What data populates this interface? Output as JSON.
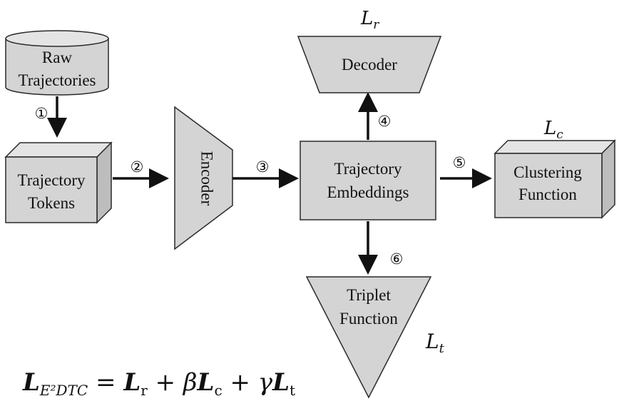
{
  "nodes": {
    "raw_trajectories": {
      "line1": "Raw",
      "line2": "Trajectories"
    },
    "trajectory_tokens": {
      "line1": "Trajectory",
      "line2": "Tokens"
    },
    "encoder": {
      "label": "Encoder"
    },
    "trajectory_embeddings": {
      "line1": "Trajectory",
      "line2": "Embeddings"
    },
    "decoder": {
      "label": "Decoder"
    },
    "clustering_function": {
      "line1": "Clustering",
      "line2": "Function"
    },
    "triplet_function": {
      "line1": "Triplet",
      "line2": "Function"
    }
  },
  "steps": {
    "s1": "①",
    "s2": "②",
    "s3": "③",
    "s4": "④",
    "s5": "⑤",
    "s6": "⑥"
  },
  "losses": {
    "recon": {
      "main": "L",
      "sub": "r"
    },
    "cluster": {
      "main": "L",
      "sub": "c"
    },
    "triplet": {
      "main": "L",
      "sub": "t"
    }
  },
  "formula": {
    "lhs_main": "L",
    "lhs_sub": "E²DTC",
    "eq": " = ",
    "t1_main": "L",
    "t1_sub": "r",
    "plus1": " + ",
    "beta": "β",
    "t2_main": "L",
    "t2_sub": "c",
    "plus2": " + ",
    "gamma": "γ",
    "t3_main": "L",
    "t3_sub": "t"
  },
  "colors": {
    "fill": "#d4d4d4",
    "fill_top": "#e4e4e4",
    "fill_side": "#bdbdbd",
    "stroke": "#2a2a2a"
  }
}
